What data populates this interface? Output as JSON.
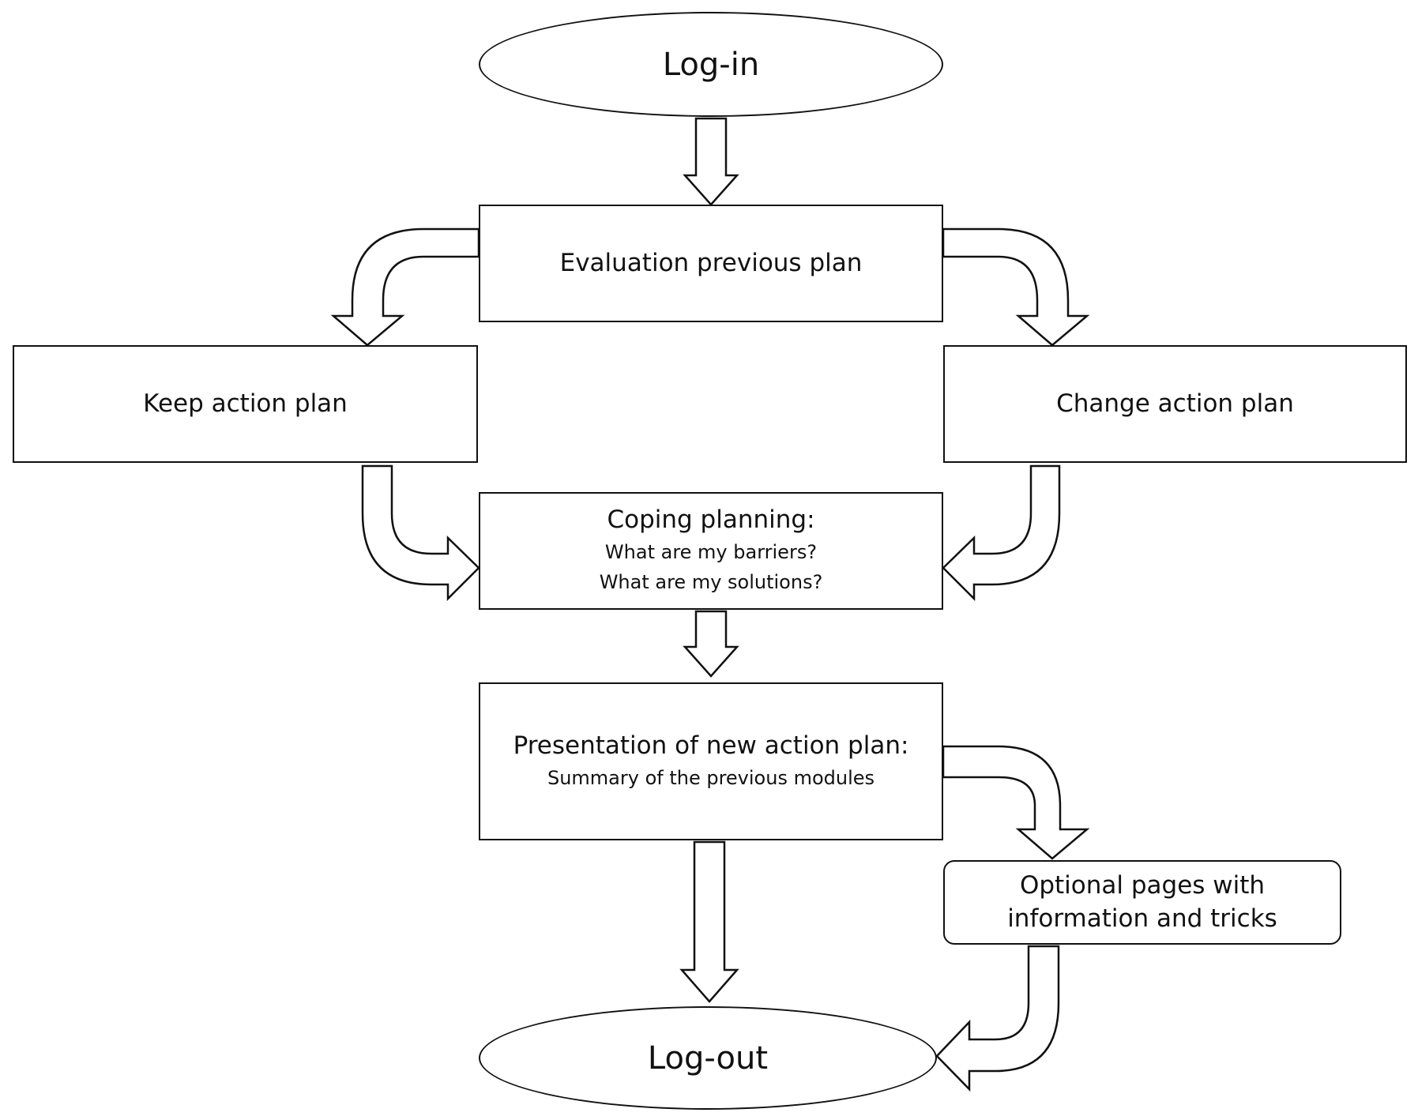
{
  "diagram": {
    "nodes": {
      "login": "Log-in",
      "evaluation": "Evaluation previous plan",
      "keep": "Keep action plan",
      "change": "Change action plan",
      "coping_title": "Coping planning:",
      "coping_q1": "What are my barriers?",
      "coping_q2": "What are my solutions?",
      "presentation_title": "Presentation of new action plan:",
      "presentation_sub": "Summary of the previous modules",
      "optional_line1": "Optional pages with",
      "optional_line2": "information and tricks",
      "logout": "Log-out"
    },
    "edges": [
      {
        "from": "login",
        "to": "evaluation"
      },
      {
        "from": "evaluation",
        "to": "keep"
      },
      {
        "from": "evaluation",
        "to": "change"
      },
      {
        "from": "keep",
        "to": "coping"
      },
      {
        "from": "change",
        "to": "coping"
      },
      {
        "from": "coping",
        "to": "presentation"
      },
      {
        "from": "presentation",
        "to": "optional"
      },
      {
        "from": "presentation",
        "to": "logout"
      },
      {
        "from": "optional",
        "to": "logout"
      }
    ],
    "colors": {
      "stroke": "#111111",
      "fill": "#ffffff"
    }
  }
}
